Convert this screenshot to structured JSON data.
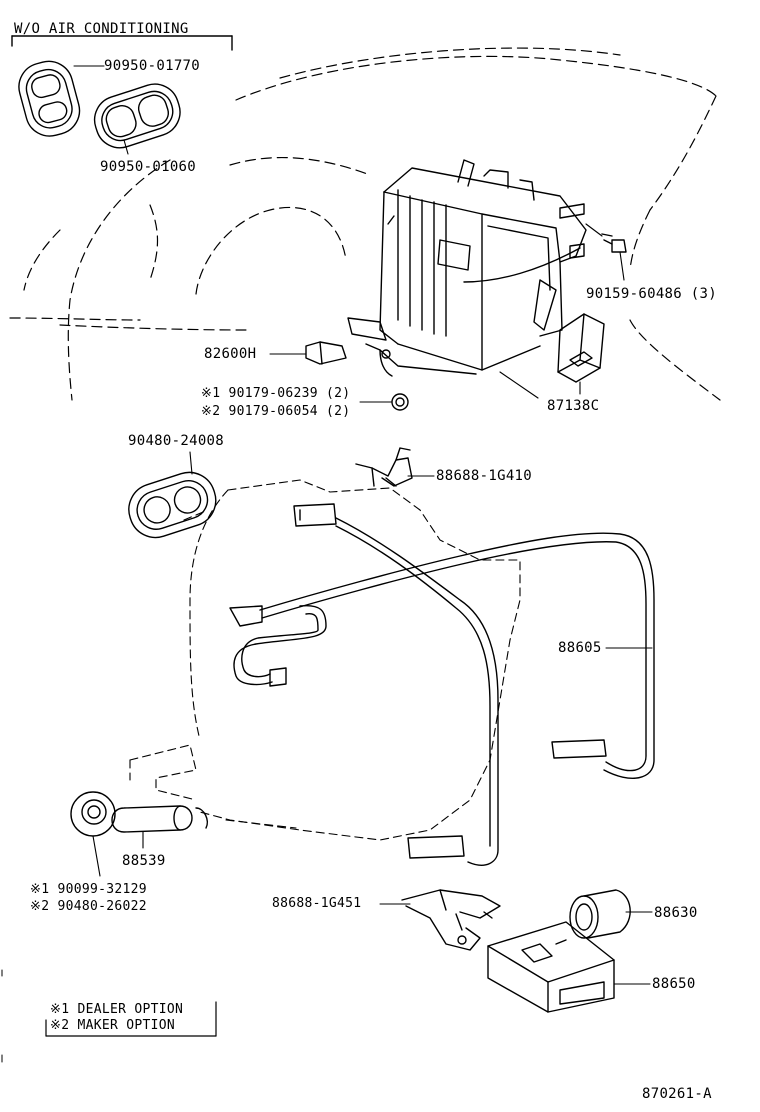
{
  "header_note": "W/O AIR CONDITIONING",
  "parts": {
    "p90950_01770": "90950-01770",
    "p90950_01060": "90950-01060",
    "p90159_60486": "90159-60486 (3)",
    "p82600H": "82600H",
    "p90179_06239": "※1 90179-06239 (2)",
    "p90179_06054": "※2 90179-06054 (2)",
    "p87138C": "87138C",
    "p90480_24008": "90480-24008",
    "p88688_1G410": "88688-1G410",
    "p88605": "88605",
    "p88539": "88539",
    "p90099_32129": "※1 90099-32129",
    "p90480_26022": "※2 90480-26022",
    "p88688_1G451": "88688-1G451",
    "p88630": "88630",
    "p88650": "88650"
  },
  "legend": {
    "dealer": "※1 DEALER OPTION",
    "maker": "※2 MAKER OPTION"
  },
  "diagram_id": "870261-A"
}
